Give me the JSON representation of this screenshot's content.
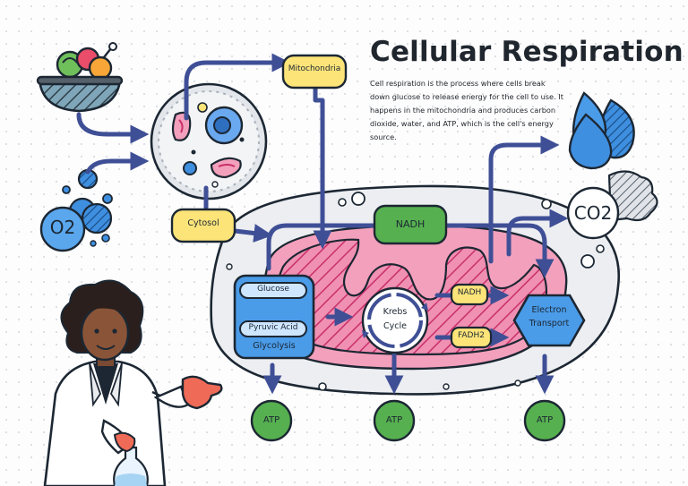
{
  "title": "Cellular Respiration",
  "description": "Cell respiration is the process where cells break down glucose to release energy for the cell to use. It happens in the mitochondria and produces carbon dioxide, water, and ATP, which is the cell's energy source.",
  "labels": {
    "mitochondria": "Mitochondria",
    "cytosol": "Cytosol",
    "nadh_top": "NADH",
    "glucose": "Glucose",
    "pyruvic_acid": "Pyruvic Acid",
    "glycolysis": "Glycolysis",
    "krebs_line1": "Krebs",
    "krebs_line2": "Cycle",
    "nadh_mid": "NADH",
    "fadh2": "FADH2",
    "etc_line1": "Electron",
    "etc_line2": "Transport",
    "atp_1": "ATP",
    "atp_2": "ATP",
    "atp_3": "ATP",
    "o2": "O2",
    "co2": "CO2"
  },
  "colors": {
    "navy_arrow": "#3f4f96",
    "yellow": "#fde479",
    "green": "#56b04f",
    "blue": "#3f8fe0",
    "pink": "#f090b2",
    "pink_dark": "#d84f82",
    "grey_membrane": "#e9ebee"
  }
}
